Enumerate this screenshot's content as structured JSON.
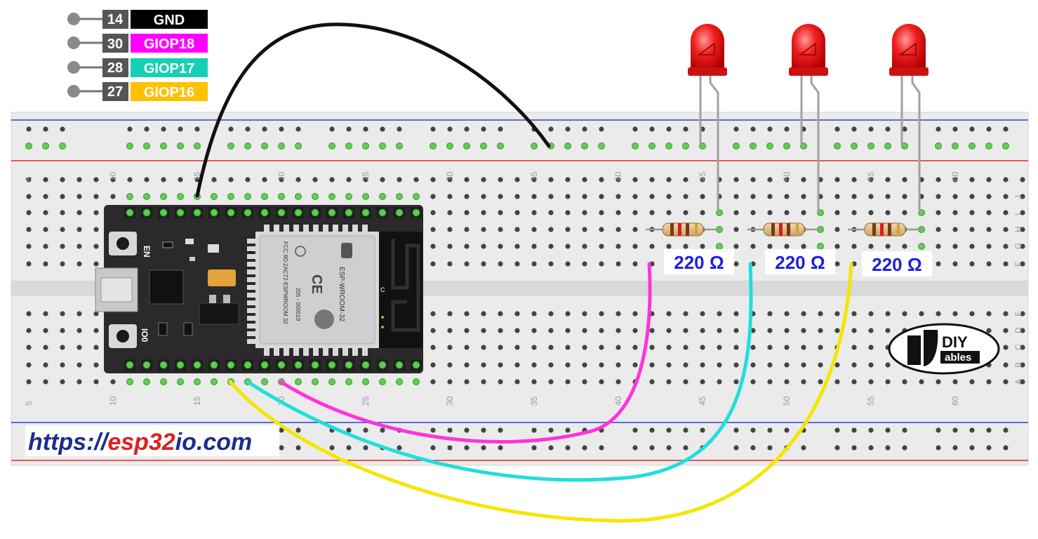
{
  "legend": [
    {
      "pin": "14",
      "name": "GND",
      "color": "#000000"
    },
    {
      "pin": "30",
      "name": "GIOP18",
      "color": "#ff00ff"
    },
    {
      "pin": "28",
      "name": "GIOP17",
      "color": "#16d0b4"
    },
    {
      "pin": "27",
      "name": "GIOP16",
      "color": "#ffc000"
    }
  ],
  "breadboard": {
    "column_numbers": [
      "5",
      "10",
      "15",
      "20",
      "25",
      "30",
      "35",
      "40",
      "45",
      "50",
      "55",
      "60"
    ],
    "row_letters_top": [
      "J",
      "I",
      "H",
      "G",
      "F"
    ],
    "row_letters_bottom": [
      "E",
      "D",
      "C",
      "B",
      "A"
    ]
  },
  "esp32": {
    "button_en": "EN",
    "button_boot": "IO0",
    "module_name": "ESP-WROOM-32",
    "module_fcc": "FCC 9D:2AC72-ESPWROOM 32",
    "module_cert": "205 - 000519",
    "antenna_label": "C"
  },
  "resistors": [
    {
      "label": "220 Ω"
    },
    {
      "label": "220 Ω"
    },
    {
      "label": "220 Ω"
    }
  ],
  "leds": [
    {
      "color": "red"
    },
    {
      "color": "red"
    },
    {
      "color": "red"
    }
  ],
  "wires": [
    {
      "name": "gnd",
      "color": "#111111"
    },
    {
      "name": "giop18",
      "color": "#ff33dd"
    },
    {
      "name": "giop17",
      "color": "#22dddd"
    },
    {
      "name": "giop16",
      "color": "#f5e600"
    }
  ],
  "watermark": {
    "prefix": "https://",
    "brand": "esp32",
    "suffix": "io",
    "tld": ".com"
  },
  "logo": {
    "top": "DIY",
    "bottom": "ables"
  }
}
